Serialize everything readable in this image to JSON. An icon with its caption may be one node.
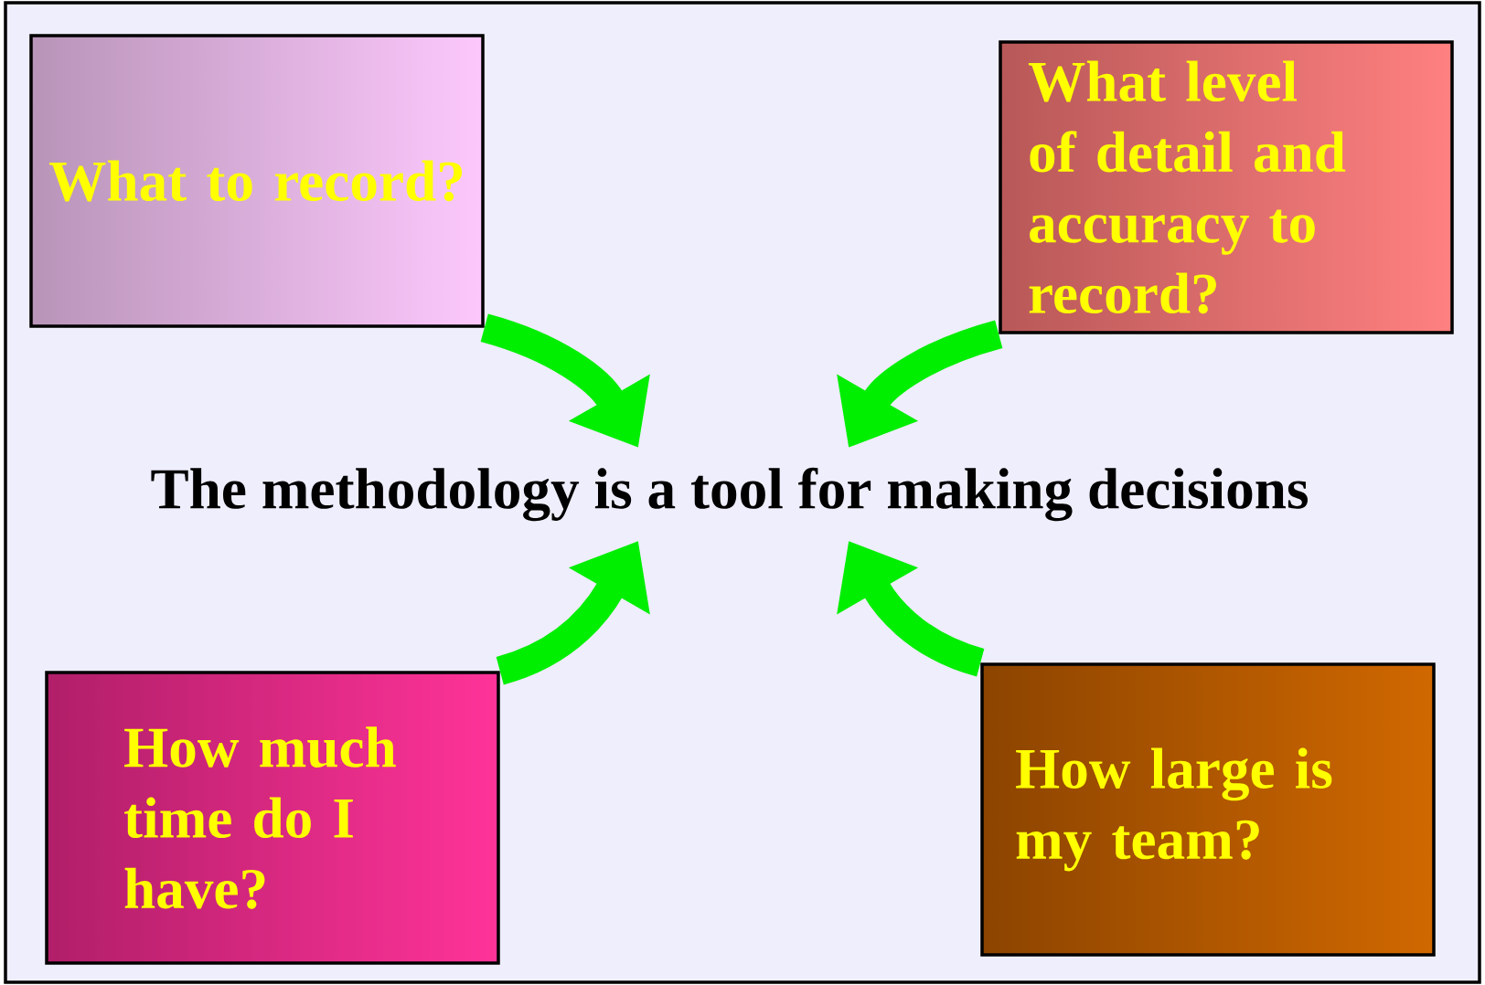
{
  "diagram": {
    "nodes": [
      {
        "text": [
          "What to record?"
        ]
      },
      {
        "text": [
          "What level of detail and accuracy to record?"
        ]
      },
      {
        "text": [
          "The methodology is a tool for making decisions"
        ]
      },
      {
        "text": [
          "How much time do I have?"
        ]
      },
      {
        "text": [
          "How large is my team?"
        ]
      }
    ],
    "edges": [
      {
        "from": 0,
        "to": 2,
        "arrow": "to"
      },
      {
        "from": 1,
        "to": 2,
        "arrow": "to"
      },
      {
        "from": 3,
        "to": 2,
        "arrow": "to"
      },
      {
        "from": 4,
        "to": 2,
        "arrow": "to"
      }
    ]
  }
}
